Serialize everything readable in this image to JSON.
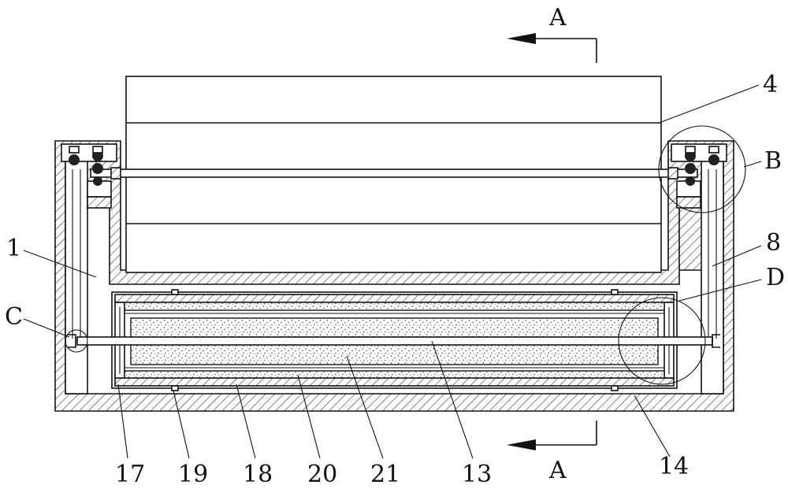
{
  "labels": {
    "section_top": "A",
    "section_bottom": "A",
    "part_4": "4",
    "detail_b": "B",
    "part_1": "1",
    "part_8": "8",
    "detail_c": "C",
    "detail_d": "D",
    "part_17": "17",
    "part_19": "19",
    "part_18": "18",
    "part_20": "20",
    "part_21": "21",
    "part_13": "13",
    "part_14": "14"
  }
}
